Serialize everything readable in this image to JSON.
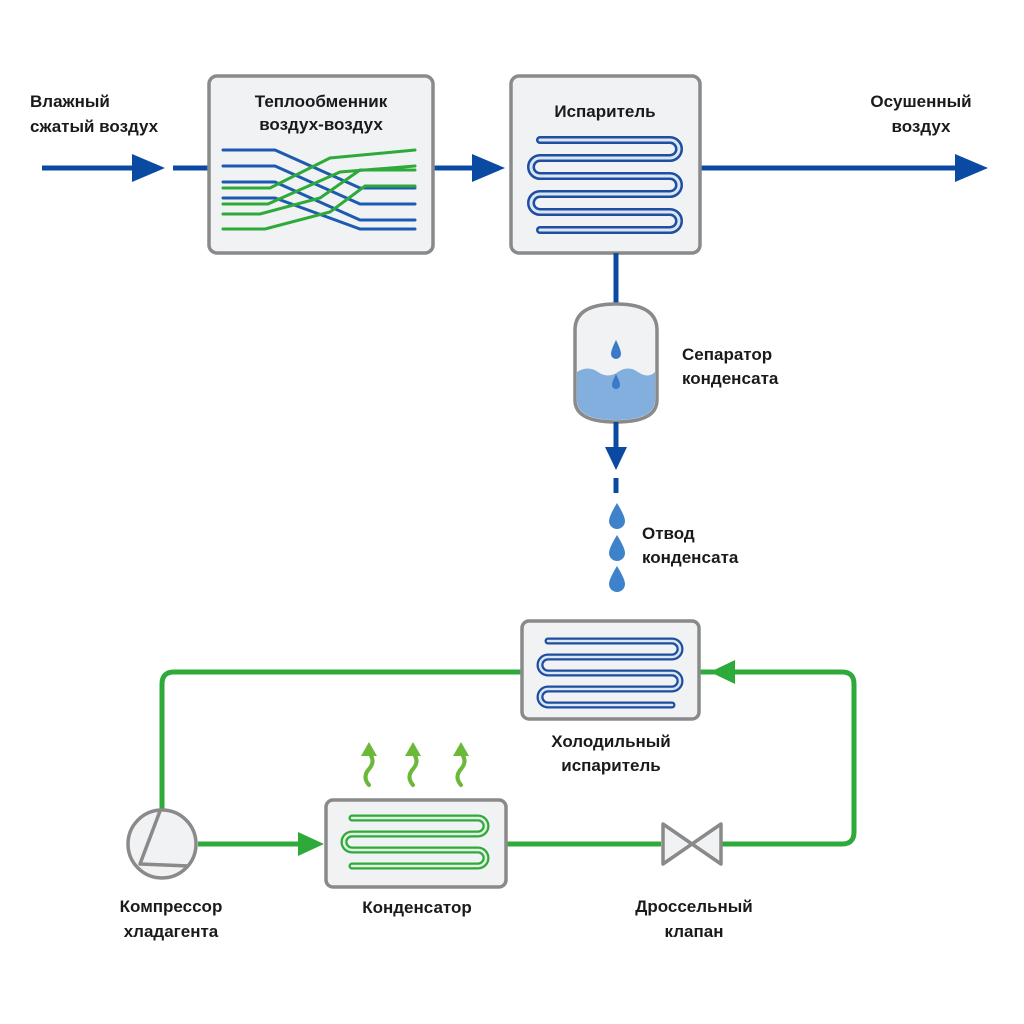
{
  "labels": {
    "inlet_line1": "Влажный",
    "inlet_line2": "сжатый воздух",
    "hx_line1": "Теплообменник",
    "hx_line2": "воздух-воздух",
    "evaporator": "Испаритель",
    "outlet_line1": "Осушенный",
    "outlet_line2": "воздух",
    "separator_line1": "Сепаратор",
    "separator_line2": "конденсата",
    "drain_line1": "Отвод",
    "drain_line2": "конденсата",
    "cold_evap_line1": "Холодильный",
    "cold_evap_line2": "испаритель",
    "compressor_line1": "Компрессор",
    "compressor_line2": "хладагента",
    "condenser": "Конденсатор",
    "valve_line1": "Дроссельный",
    "valve_line2": "клапан"
  },
  "colors": {
    "air_line": "#0b4aa2",
    "refrigerant_line": "#2eaa3a",
    "box_fill": "#f1f2f3",
    "box_stroke": "#8a8a8a",
    "water": "#6fa3d8"
  }
}
